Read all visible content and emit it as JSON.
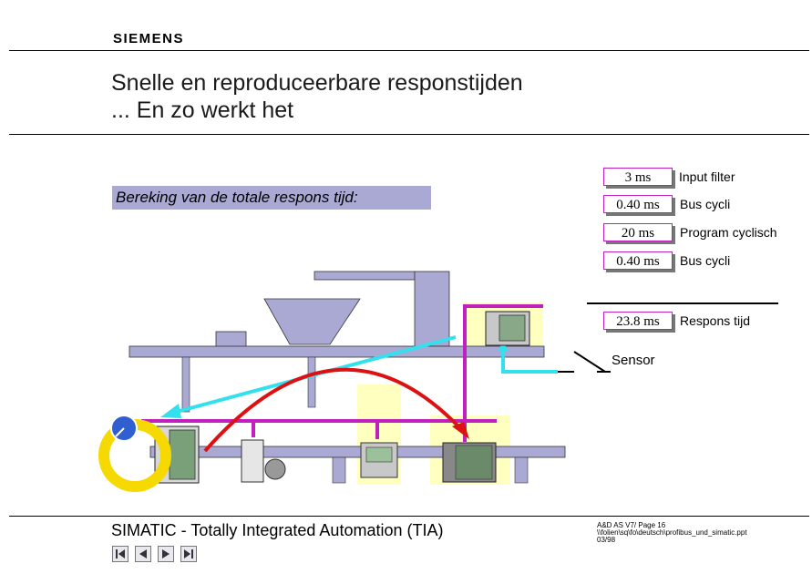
{
  "header": {
    "brand": "SIEMENS",
    "title_line1": "Snelle en reproduceerbare responstijden",
    "title_line2": "... En zo werkt het"
  },
  "calc_label": "Bereking van de totale respons tijd:",
  "steps": [
    {
      "value": "3 ms",
      "label": "Input filter"
    },
    {
      "value": "0.40 ms",
      "label": "Bus cycli"
    },
    {
      "value": "20 ms",
      "label": "Program cyclisch"
    },
    {
      "value": "0.40 ms",
      "label": "Bus cycli"
    }
  ],
  "total": {
    "value": "23.8 ms",
    "label": "Respons tijd"
  },
  "sensor_label": "Sensor",
  "footer": {
    "product": "SIMATIC - Totally Integrated Automation (TIA)",
    "ref_line1": "A&D AS V7/ Page 16",
    "ref_line2": "\\\\folien\\sq\\fo\\deutsch\\profibus_und_simatic.ppt",
    "ref_line3": "03/98"
  },
  "nav": [
    "first",
    "previous",
    "next",
    "last"
  ],
  "colors": {
    "accent_magenta": "#c21fbf",
    "machine": "#a9a9d4",
    "highlight": "#ffffc0",
    "arrow_red": "#dd1111",
    "arrow_cyan": "#33e0ee"
  }
}
